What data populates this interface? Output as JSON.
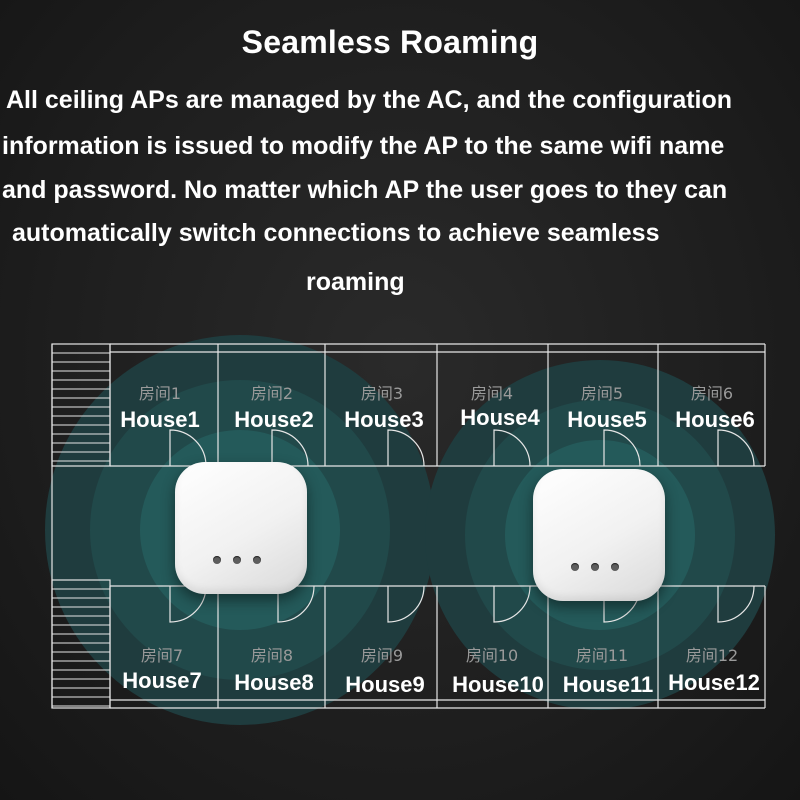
{
  "title": "Seamless Roaming",
  "description_lines": [
    "All ceiling APs are managed by the AC, and the configuration",
    "information is issued to modify the AP to the same wifi name",
    "and password. No matter which AP the user goes to they can",
    "automatically switch connections to achieve seamless",
    "roaming"
  ],
  "rooms": [
    {
      "cn": "房间1",
      "en": "House1"
    },
    {
      "cn": "房间2",
      "en": "House2"
    },
    {
      "cn": "房间3",
      "en": "House3"
    },
    {
      "cn": "房间4",
      "en": "House4"
    },
    {
      "cn": "房间5",
      "en": "House5"
    },
    {
      "cn": "房间6",
      "en": "House6"
    },
    {
      "cn": "房间7",
      "en": "House7"
    },
    {
      "cn": "房间8",
      "en": "House8"
    },
    {
      "cn": "房间9",
      "en": "House9"
    },
    {
      "cn": "房间10",
      "en": "House10"
    },
    {
      "cn": "房间11",
      "en": "House11"
    },
    {
      "cn": "房间12",
      "en": "House12"
    }
  ],
  "colors": {
    "coverage_outer": "#1f3c3e",
    "coverage_inner": "#245a5a",
    "wall": "#e6e6e6",
    "ap_body": "#f4f4f4"
  },
  "access_points": [
    {
      "name": "ap-left",
      "icon": "ceiling-ap-icon"
    },
    {
      "name": "ap-right",
      "icon": "ceiling-ap-icon"
    }
  ]
}
